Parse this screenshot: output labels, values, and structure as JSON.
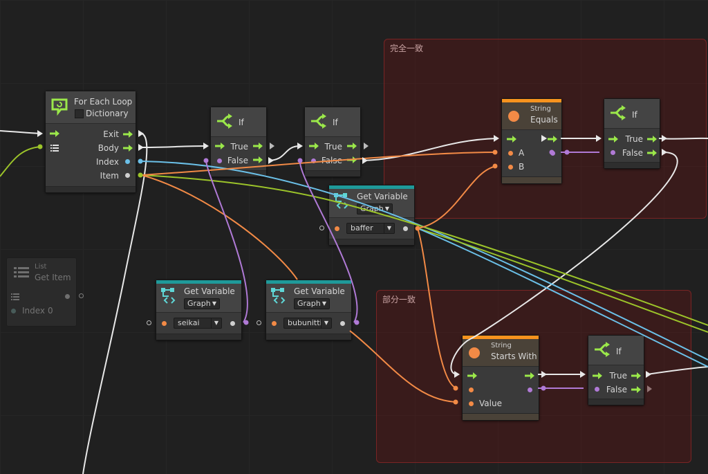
{
  "groups": {
    "exact_match": {
      "title": "完全一致"
    },
    "partial_match": {
      "title": "部分一致"
    }
  },
  "foreach": {
    "title": "For Each Loop",
    "subtitle": "Dictionary",
    "ports": {
      "exit": "Exit",
      "body": "Body",
      "index": "Index",
      "item": "Item"
    }
  },
  "if1": {
    "title": "If",
    "true": "True",
    "false": "False"
  },
  "if2": {
    "title": "If",
    "true": "True",
    "false": "False"
  },
  "if3": {
    "title": "If",
    "true": "True",
    "false": "False"
  },
  "if4": {
    "title": "If",
    "true": "True",
    "false": "False"
  },
  "getvar_baffer": {
    "title": "Get Variable",
    "scope": "Graph",
    "name": "baffer"
  },
  "getvar_seikai": {
    "title": "Get Variable",
    "scope": "Graph",
    "name": "seikai"
  },
  "getvar_bubunitti": {
    "title": "Get Variable",
    "scope": "Graph",
    "name": "bubunitti"
  },
  "string_equals": {
    "category": "String",
    "title": "Equals",
    "port_a": "A",
    "port_b": "B"
  },
  "string_starts": {
    "category": "String",
    "title": "Starts With",
    "port_value": "Value"
  },
  "list_getitem": {
    "category": "List",
    "title": "Get Item",
    "index_label": "Index",
    "index_value": "0"
  },
  "colors": {
    "flow": "#9be84a",
    "string": "#f28a46",
    "object": "#b07ad6",
    "index": "#6bc0e8",
    "item": "#9cc42a",
    "group_border": "#7a2424",
    "stripe_orange": "#f7931e",
    "stripe_teal": "#1f9a9a"
  }
}
